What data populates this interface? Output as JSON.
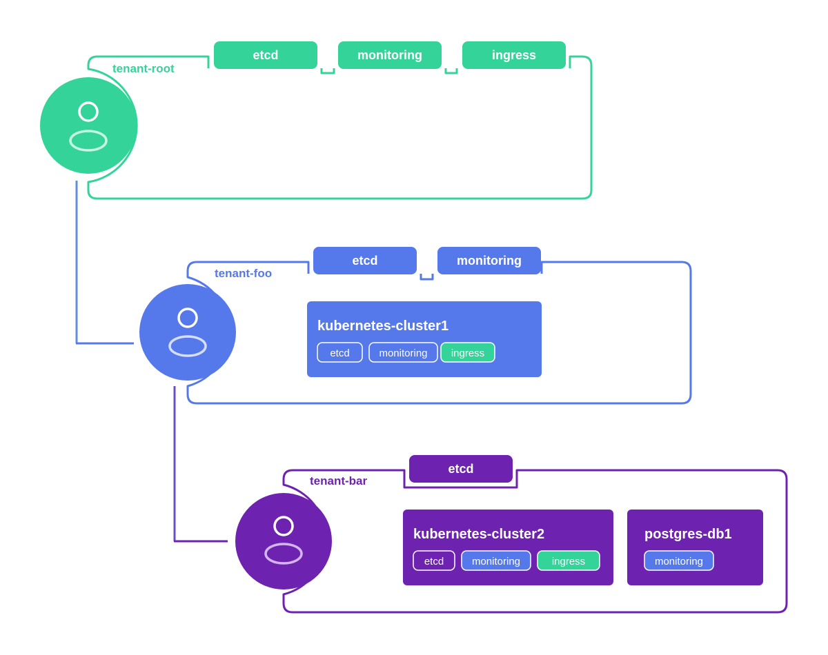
{
  "colors": {
    "root": "#34D399",
    "foo": "#5578EA",
    "bar": "#6E22B0",
    "white": "#FFFFFF"
  },
  "tenants": [
    {
      "name": "tenant-root",
      "color": "root",
      "icon": "user-icon",
      "services": [
        "etcd",
        "monitoring",
        "ingress"
      ],
      "apps": []
    },
    {
      "name": "tenant-foo",
      "color": "foo",
      "icon": "user-icon",
      "services": [
        "etcd",
        "monitoring"
      ],
      "apps": [
        {
          "name": "kubernetes-cluster1",
          "tags": [
            {
              "label": "etcd",
              "from": "foo"
            },
            {
              "label": "monitoring",
              "from": "foo"
            },
            {
              "label": "ingress",
              "from": "root"
            }
          ]
        }
      ]
    },
    {
      "name": "tenant-bar",
      "color": "bar",
      "icon": "user-icon",
      "services": [
        "etcd"
      ],
      "apps": [
        {
          "name": "kubernetes-cluster2",
          "tags": [
            {
              "label": "etcd",
              "from": "bar"
            },
            {
              "label": "monitoring",
              "from": "foo"
            },
            {
              "label": "ingress",
              "from": "root"
            }
          ]
        },
        {
          "name": "postgres-db1",
          "tags": [
            {
              "label": "monitoring",
              "from": "foo"
            }
          ]
        }
      ]
    }
  ]
}
